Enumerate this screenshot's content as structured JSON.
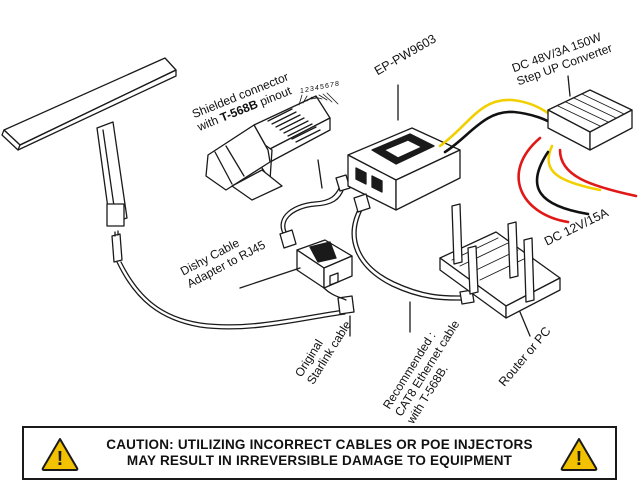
{
  "labels": {
    "shielded_line1": "Shielded connector",
    "shielded_line2_prefix": "with ",
    "shielded_line2_bold": "T-568B",
    "shielded_line2_suffix": " pinout",
    "pin_numbers": [
      "1",
      "2",
      "3",
      "4",
      "5",
      "6",
      "7",
      "8"
    ],
    "ep_model": "EP-PW9603",
    "converter_line1": "DC 48V/3A 150W",
    "converter_line2": "Step UP Converter",
    "dc_input": "DC 12V/15A",
    "dishy_line1": "Dishy Cable",
    "dishy_line2": "Adapter to RJ45",
    "original_line1": "Original",
    "original_line2": "Starlink cable",
    "recommended_line1": "Recommended :",
    "recommended_line2": "CAT8 Ethernet cable",
    "recommended_line3": "with T-568B.",
    "router": "Router or PC"
  },
  "caution": {
    "line1": "CAUTION: UTILIZING INCORRECT CABLES OR POE INJECTORS",
    "line2": "MAY RESULT IN IRREVERSIBLE DAMAGE TO EQUIPMENT",
    "icon": "warning-triangle-icon",
    "icon_glyph": "!",
    "icon_color": "#f2c200"
  },
  "colors": {
    "wire_yellow": "#f2d000",
    "wire_red": "#e01818",
    "wire_black": "#111111",
    "outline": "#1a1a1a"
  }
}
